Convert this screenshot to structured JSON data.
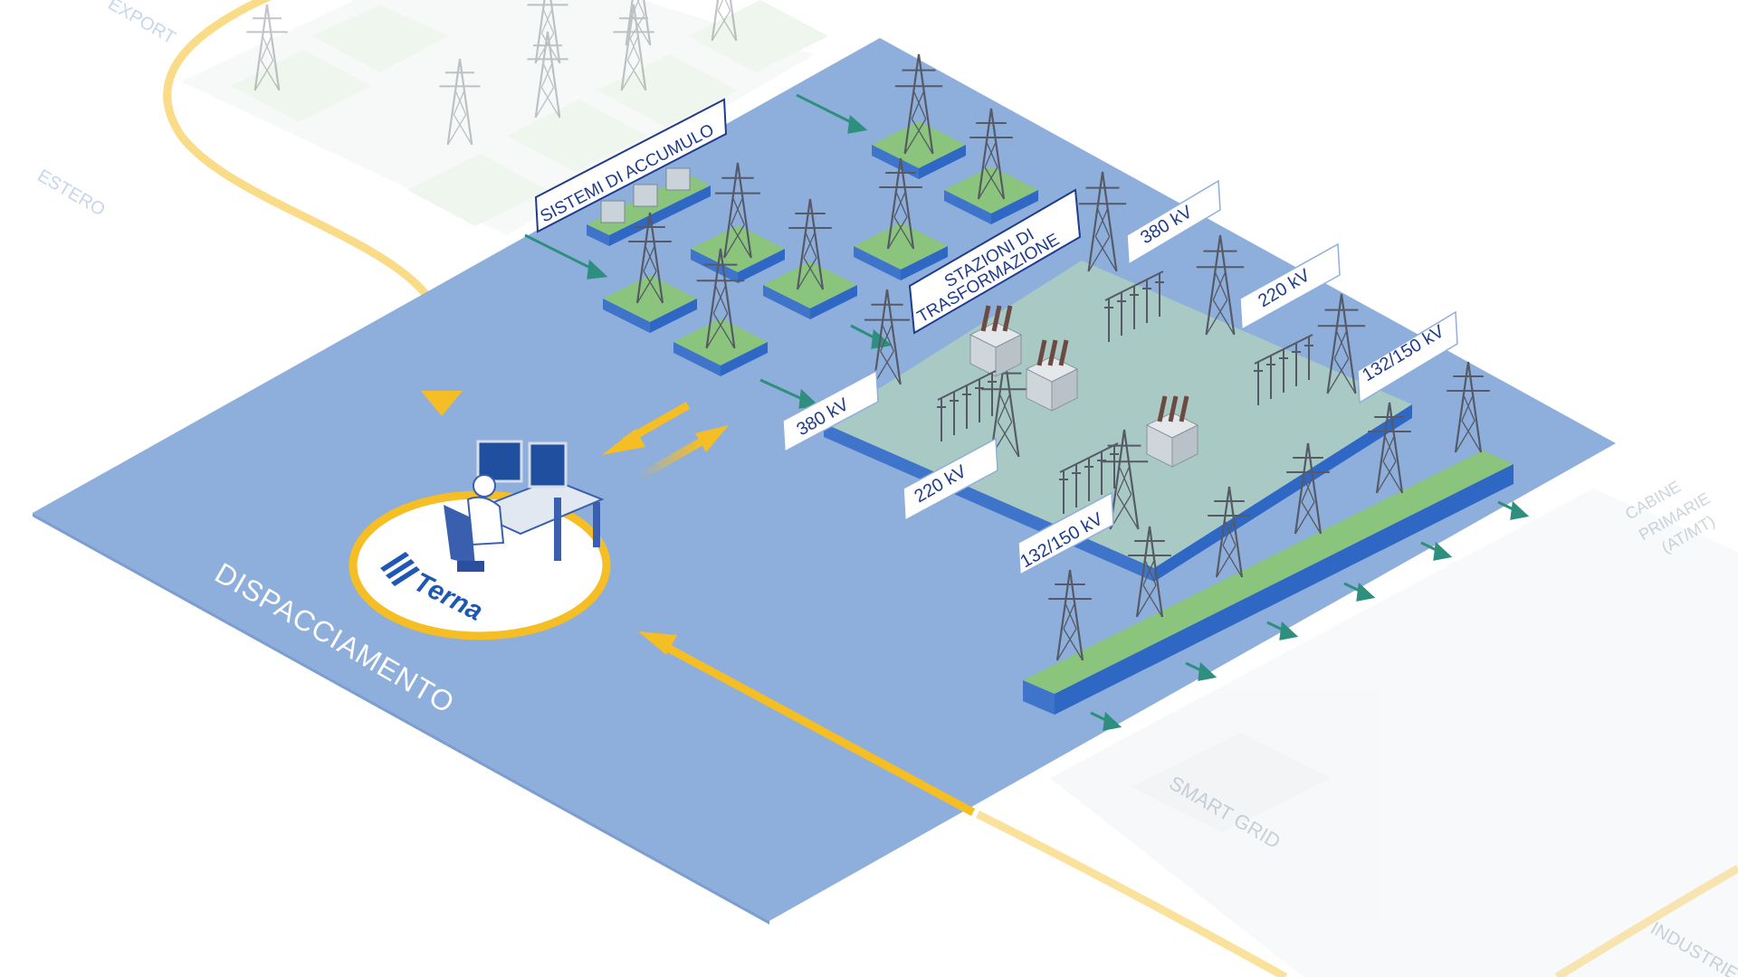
{
  "labels": {
    "export": "EXPORT",
    "estero": "ESTERO",
    "sistemi": "SISTEMI DI ACCUMULO",
    "stazioni_line1": "STAZIONI DI",
    "stazioni_line2": "TRASFORMAZIONE",
    "v380_top": "380 kV",
    "v220_top": "220 kV",
    "v132_top": "132/150 kV",
    "v380_left": "380 kV",
    "v220_left": "220 kV",
    "v132_left": "132/150 kV",
    "dispacciamento": "DISPACCIAMENTO",
    "terna": "Terna",
    "cabine_line1": "CABINE",
    "cabine_line2": "PRIMARIE",
    "cabine_line3": "(AT/MT)",
    "smart_grid": "SMART GRID",
    "industrie": "INDUSTRIE"
  },
  "colors": {
    "platform": "#8eaedb",
    "platform_light": "#a7c1e6",
    "station": "#a9c9c4",
    "grass": "#8bc47c",
    "platform_edge": "#2f67c4",
    "arrow_yellow": "#f5be24",
    "flow_green": "#2e8f7e",
    "label_text": "#1f3c8c",
    "tower": "#555a66"
  }
}
